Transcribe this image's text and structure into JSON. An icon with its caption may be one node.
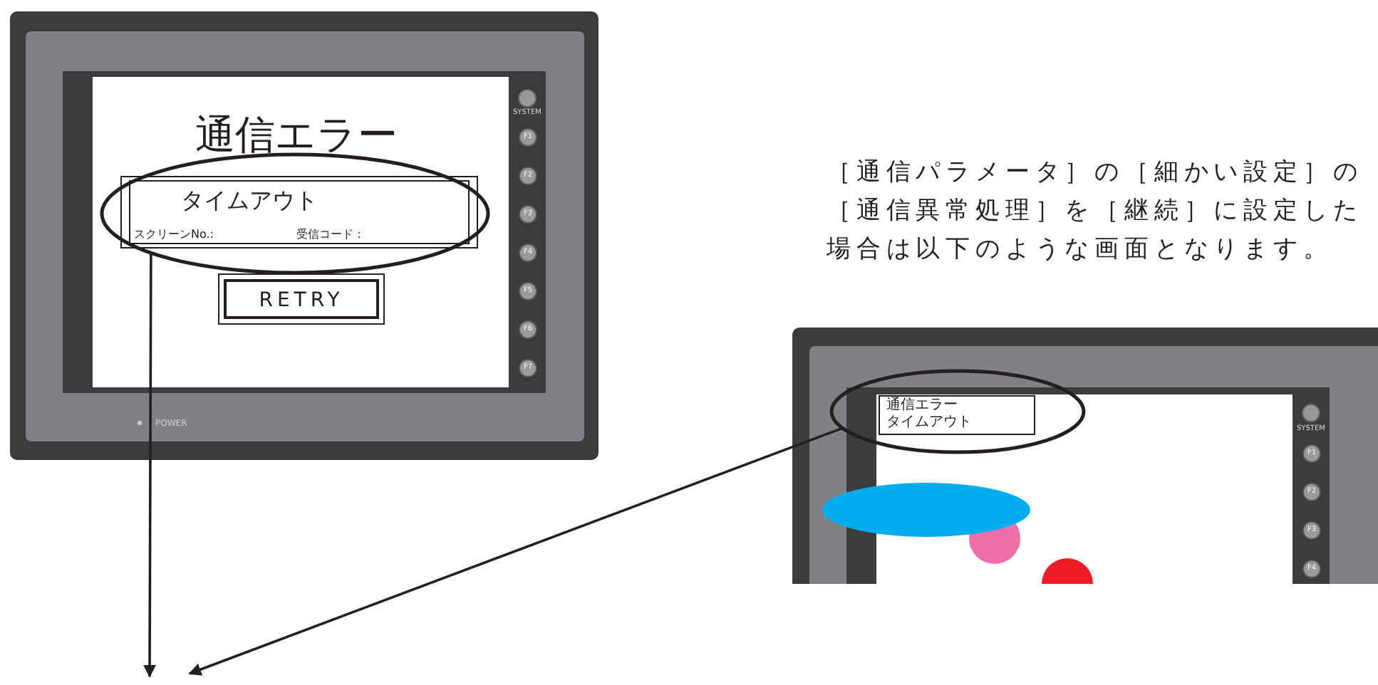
{
  "diagram": {
    "nodes": [
      {
        "text": [
          "タイムアウト",
          "スクリーンNo.:",
          "受信コード："
        ]
      },
      {
        "text": [
          "RETRY"
        ]
      },
      {
        "text": [
          "通信エラー",
          "タイムアウト"
        ]
      }
    ],
    "edges": [
      {
        "from": 0,
        "to": null,
        "arrow": "to"
      },
      {
        "from": 2,
        "to": null,
        "arrow": "to"
      }
    ],
    "labels": [
      "通信エラー",
      "SYSTEM",
      "F1",
      "F2",
      "F3",
      "F4",
      "F5",
      "F6",
      "F7",
      "POWER",
      "［通信パラメータ］の［細かい設定］の［通信異常処理］を［継続］に設定した場合は以下のような画面となります。",
      "SYSTEM",
      "F1",
      "F2",
      "F3",
      "F4"
    ]
  }
}
